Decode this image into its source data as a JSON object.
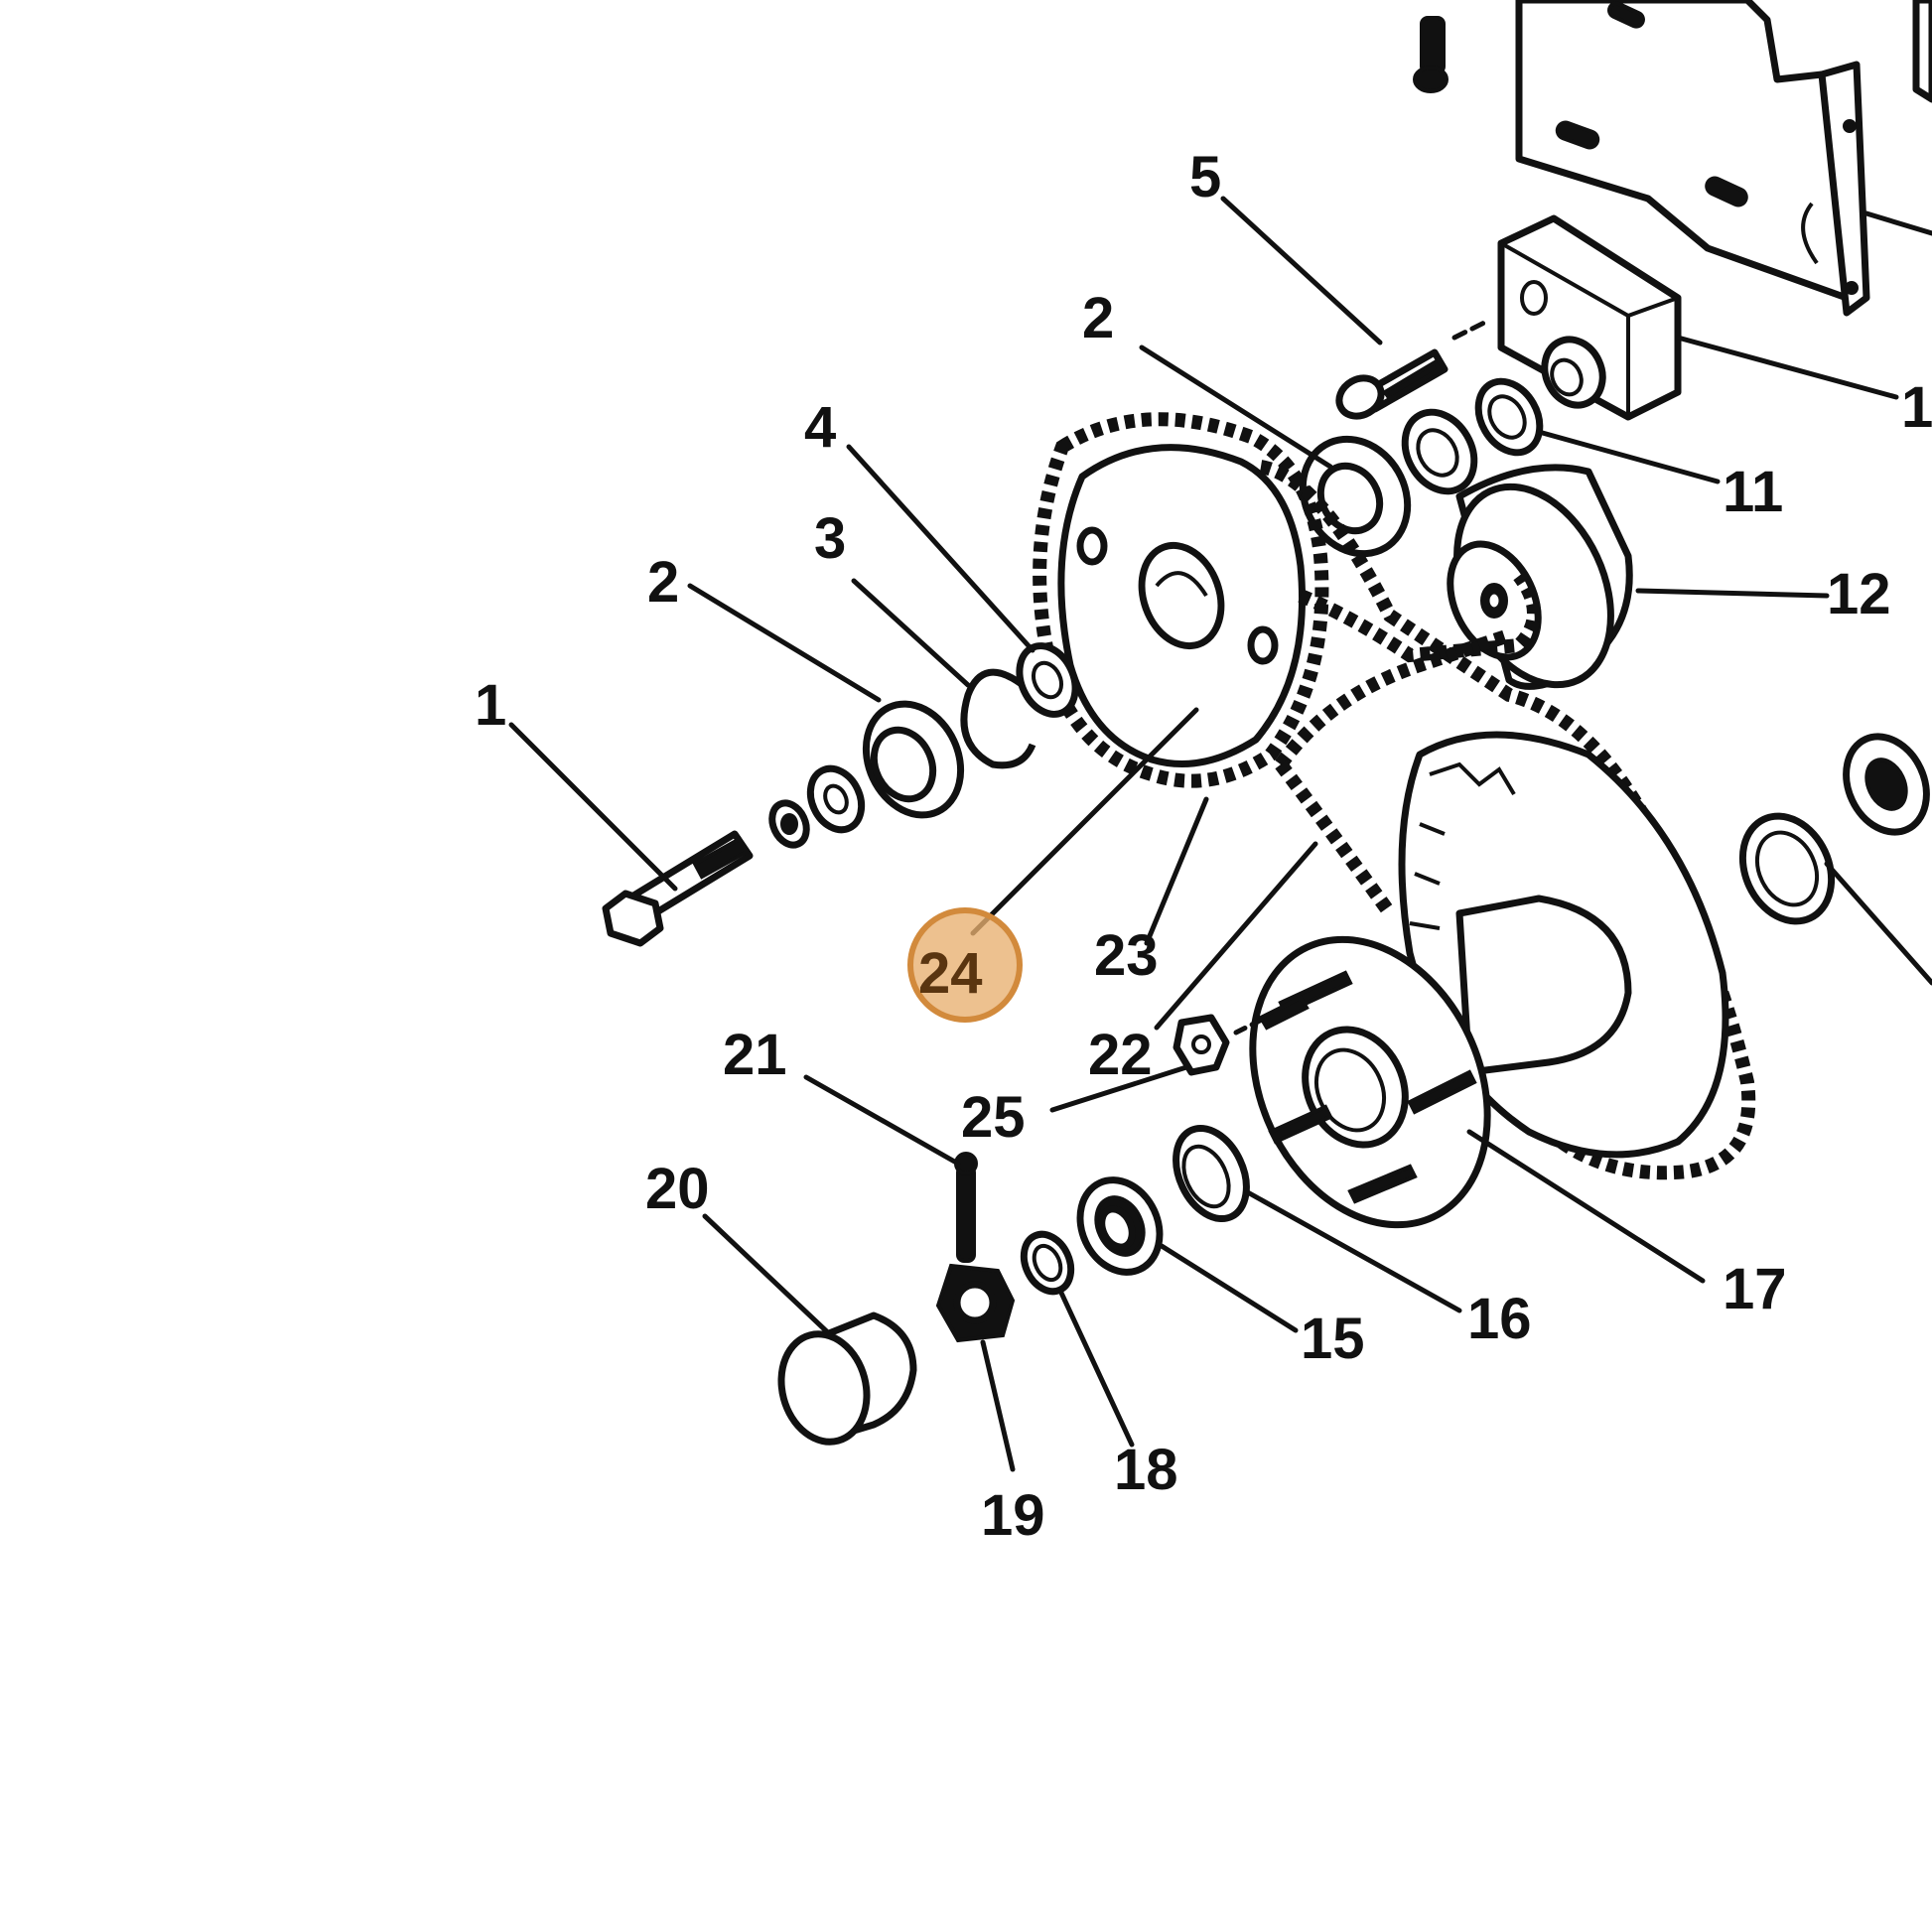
{
  "diagram": {
    "callouts": [
      {
        "id": "1a",
        "text": "1"
      },
      {
        "id": "2a",
        "text": "2"
      },
      {
        "id": "3",
        "text": "3"
      },
      {
        "id": "4",
        "text": "4"
      },
      {
        "id": "2b",
        "text": "2"
      },
      {
        "id": "5",
        "text": "5"
      },
      {
        "id": "1b",
        "text": "1"
      },
      {
        "id": "11",
        "text": "11"
      },
      {
        "id": "12",
        "text": "12"
      },
      {
        "id": "23",
        "text": "23"
      },
      {
        "id": "24",
        "text": "24"
      },
      {
        "id": "22",
        "text": "22"
      },
      {
        "id": "25",
        "text": "25"
      },
      {
        "id": "21",
        "text": "21"
      },
      {
        "id": "20",
        "text": "20"
      },
      {
        "id": "19",
        "text": "19"
      },
      {
        "id": "18",
        "text": "18"
      },
      {
        "id": "15",
        "text": "15"
      },
      {
        "id": "16",
        "text": "16"
      },
      {
        "id": "17",
        "text": "17"
      }
    ],
    "highlight": {
      "callout": "24",
      "fill": "#e8b070",
      "stroke": "#d28a3c",
      "text_color": "#5a3510"
    }
  }
}
